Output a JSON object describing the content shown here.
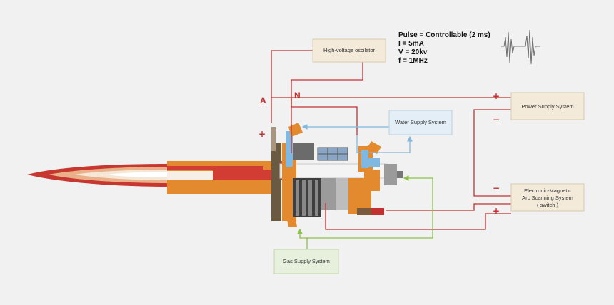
{
  "diagram": {
    "oscillator_label": "High-voltage oscilator",
    "water_label": "Water Supply System",
    "gas_label": "Gas Supply System",
    "power_label": "Power Supply System",
    "arc_scan_label": [
      "Electronic-Magnetic",
      "Arc Scanning System",
      "( switch )"
    ],
    "spec_lines": [
      "Pulse = Controllable (2 ms)",
      "I = 5mA",
      "V = 20kv",
      "f = 1MHz"
    ],
    "pole_a": "A",
    "pole_n": "N",
    "power_plus": "+",
    "power_minus": "−",
    "arc_minus": "−",
    "arc_plus": "+",
    "anode_plus": "+"
  },
  "colors": {
    "wire_red": "#c43030",
    "water_blue": "#7fb8e0",
    "gas_green": "#8cc24a",
    "body_orange": "#e38a2e",
    "power_box": "#f3ead9",
    "water_box": "#e3eef6",
    "gas_box": "#e6f0dc"
  }
}
